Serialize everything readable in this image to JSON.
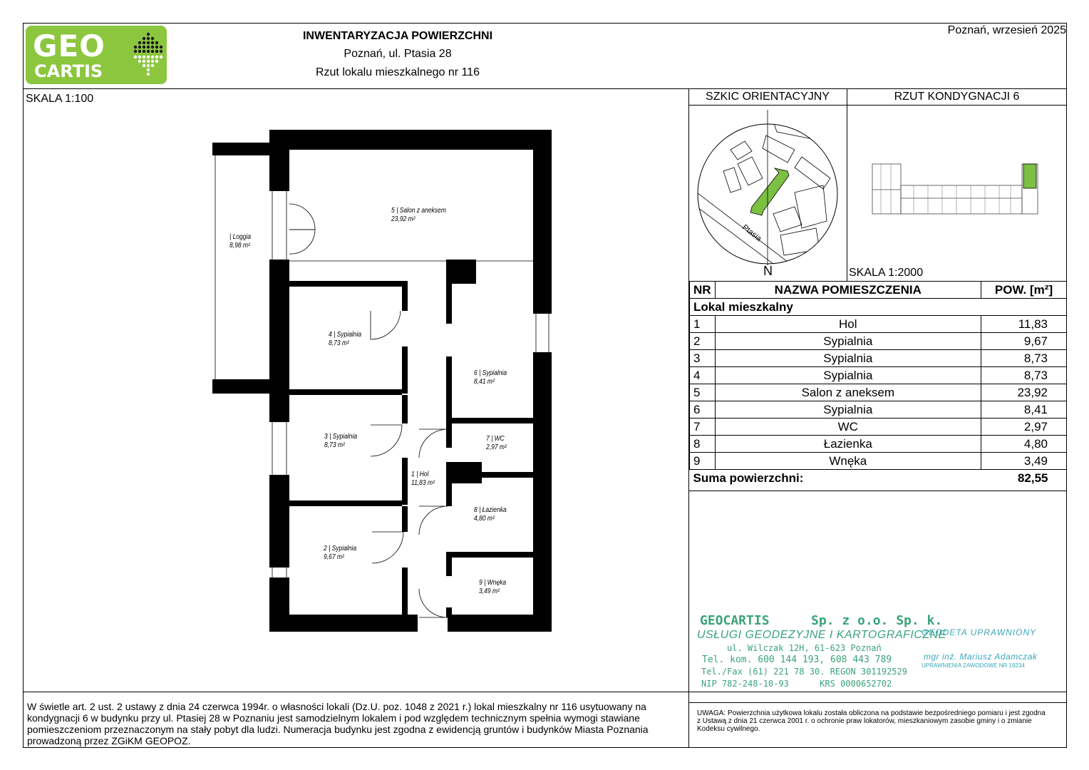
{
  "header": {
    "title": "INWENTARYZACJA POWIERZCHNI",
    "address": "Poznań, ul. Ptasia 28",
    "subtitle": "Rzut lokalu mieszkalnego nr 116",
    "date": "Poznań, wrzesień 2025"
  },
  "logo": {
    "line1": "GEO",
    "line2": "CARTIS"
  },
  "plan": {
    "scale": "SKALA 1:100",
    "rooms": [
      {
        "no": "5",
        "name": "Salon z aneksem",
        "area": "23,92 m²"
      },
      {
        "no": "",
        "name": "Loggia",
        "area": "8,98 m²"
      },
      {
        "no": "4",
        "name": "Sypialnia",
        "area": "8,73 m²"
      },
      {
        "no": "6",
        "name": "Sypialnia",
        "area": "8,41 m²"
      },
      {
        "no": "3",
        "name": "Sypialnia",
        "area": "8,73 m²"
      },
      {
        "no": "7",
        "name": "WC",
        "area": "2,97 m²"
      },
      {
        "no": "1",
        "name": "Hol",
        "area": "11,83 m²"
      },
      {
        "no": "8",
        "name": "Łazienka",
        "area": "4,80 m²"
      },
      {
        "no": "2",
        "name": "Sypialnia",
        "area": "9,67 m²"
      },
      {
        "no": "9",
        "name": "Wnęka",
        "area": "3,49 m²"
      }
    ]
  },
  "sketch": {
    "title": "SZKIC ORIENTACYJNY",
    "street": "Ptasia",
    "north": "N"
  },
  "floor": {
    "title": "RZUT KONDYGNACJI 6",
    "scale": "SKALA 1:2000"
  },
  "table": {
    "headers": [
      "NR",
      "NAZWA POMIESZCZENIA",
      "POW. [m²]"
    ],
    "section": "Lokal mieszkalny",
    "rows": [
      {
        "nr": "1",
        "name": "Hol",
        "area": "11,83"
      },
      {
        "nr": "2",
        "name": "Sypialnia",
        "area": "9,67"
      },
      {
        "nr": "3",
        "name": "Sypialnia",
        "area": "8,73"
      },
      {
        "nr": "4",
        "name": "Sypialnia",
        "area": "8,73"
      },
      {
        "nr": "5",
        "name": "Salon z aneksem",
        "area": "23,92"
      },
      {
        "nr": "6",
        "name": "Sypialnia",
        "area": "8,41"
      },
      {
        "nr": "7",
        "name": "WC",
        "area": "2,97"
      },
      {
        "nr": "8",
        "name": "Łazienka",
        "area": "4,80"
      },
      {
        "nr": "9",
        "name": "Wnęka",
        "area": "3,49"
      }
    ],
    "sum_label": "Suma powierzchni:",
    "sum_value": "82,55"
  },
  "stamp": {
    "company": "GEOCARTIS",
    "company_form": "Sp. z o.o. Sp. k.",
    "services": "USŁUGI GEODEZYJNE I KARTOGRAFICZNE",
    "address": "ul. Wilczak 12H, 61-623 Poznań",
    "phones": "Tel. kom. 600 144 193, 608 443 789",
    "fax": "Tel./Fax (61) 221 78 30. REGON 301192529",
    "nip": "NIP 782-248-10-93      KRS 0000652702",
    "surveyor_title": "GEODETA UPRAWNIONY",
    "surveyor_name": "mgr inż. Mariusz Adamczak",
    "license": "UPRAWNIENIA ZAWODOWE NR 19234"
  },
  "footer": {
    "statement": "W świetle art. 2 ust. 2 ustawy z dnia 24 czerwca 1994r. o własności lokali (Dz.U. poz. 1048 z 2021 r.) lokal mieszkalny nr 116 usytuowany na kondygnacji 6 w budynku przy ul. Ptasiej 28 w Poznaniu jest samodzielnym lokalem i pod względem technicznym spełnia wymogi stawiane pomieszczeniom przeznaczonym na stały pobyt dla ludzi. Numeracja budynku jest zgodna z ewidencją gruntów i budynków Miasta Poznania prowadzoną przez ZGiKM GEOPOZ.",
    "note": "UWAGA: Powierzchnia użytkowa lokalu została obliczona na podstawie bezpośredniego pomiaru i jest zgodna z Ustawą z dnia 21 czerwca 2001 r. o ochronie praw lokatorów, mieszkaniowym zasobie gminy i o zmianie Kodeksu cywilnego."
  },
  "colors": {
    "logo_green": "#8cc63f",
    "stamp_green": "#3aa37a",
    "stamp_teal": "#3aa6b9",
    "building_green": "#7cc043"
  }
}
